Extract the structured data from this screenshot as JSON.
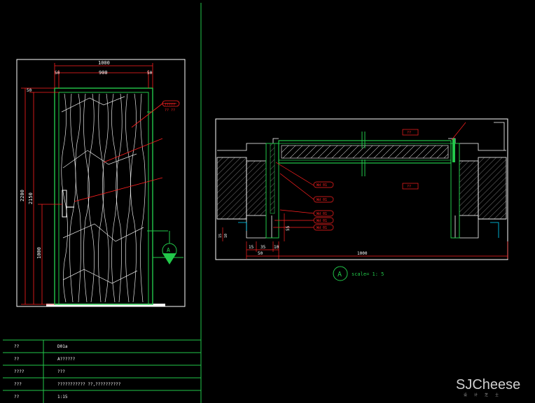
{
  "colors": {
    "background": "#000000",
    "frame_green": "#22c84a",
    "white": "#ffffff",
    "red": "#ff2020",
    "hatch_gray": "#9a9a9a",
    "cyan": "#00d8ff"
  },
  "elevation": {
    "dims_top": {
      "overall": "1000",
      "inner": "900",
      "left_trim": "50",
      "right_trim": "50"
    },
    "dims_left": {
      "top_trim": "50",
      "height_total": "2200",
      "height_leaf": "2150",
      "handle_height": "1000"
    },
    "callout_tag": "A",
    "labels": [
      "?????",
      "?? ??"
    ]
  },
  "section": {
    "dims_bottom": [
      "15",
      "35",
      "10",
      "50",
      "1000"
    ],
    "dims_left": [
      "15",
      "10",
      "55"
    ],
    "callouts": [
      "Wd 01",
      "Wd 01",
      "Wd 01",
      "Wd 01",
      "Wd 01"
    ],
    "center_tags": [
      "??",
      "??"
    ],
    "detail_tag": "A",
    "scale_text": "scale= 1: 5"
  },
  "title_block": {
    "rows": [
      {
        "key": "??",
        "value": "D01a"
      },
      {
        "key": "??",
        "value": "A??????"
      },
      {
        "key": "????",
        "value": "???"
      },
      {
        "key": "???",
        "value": "??????????? ??,??????????"
      },
      {
        "key": "??",
        "value": "1:15"
      }
    ]
  },
  "watermark": {
    "brand": "SJCheese",
    "sub": "设计芝士"
  }
}
